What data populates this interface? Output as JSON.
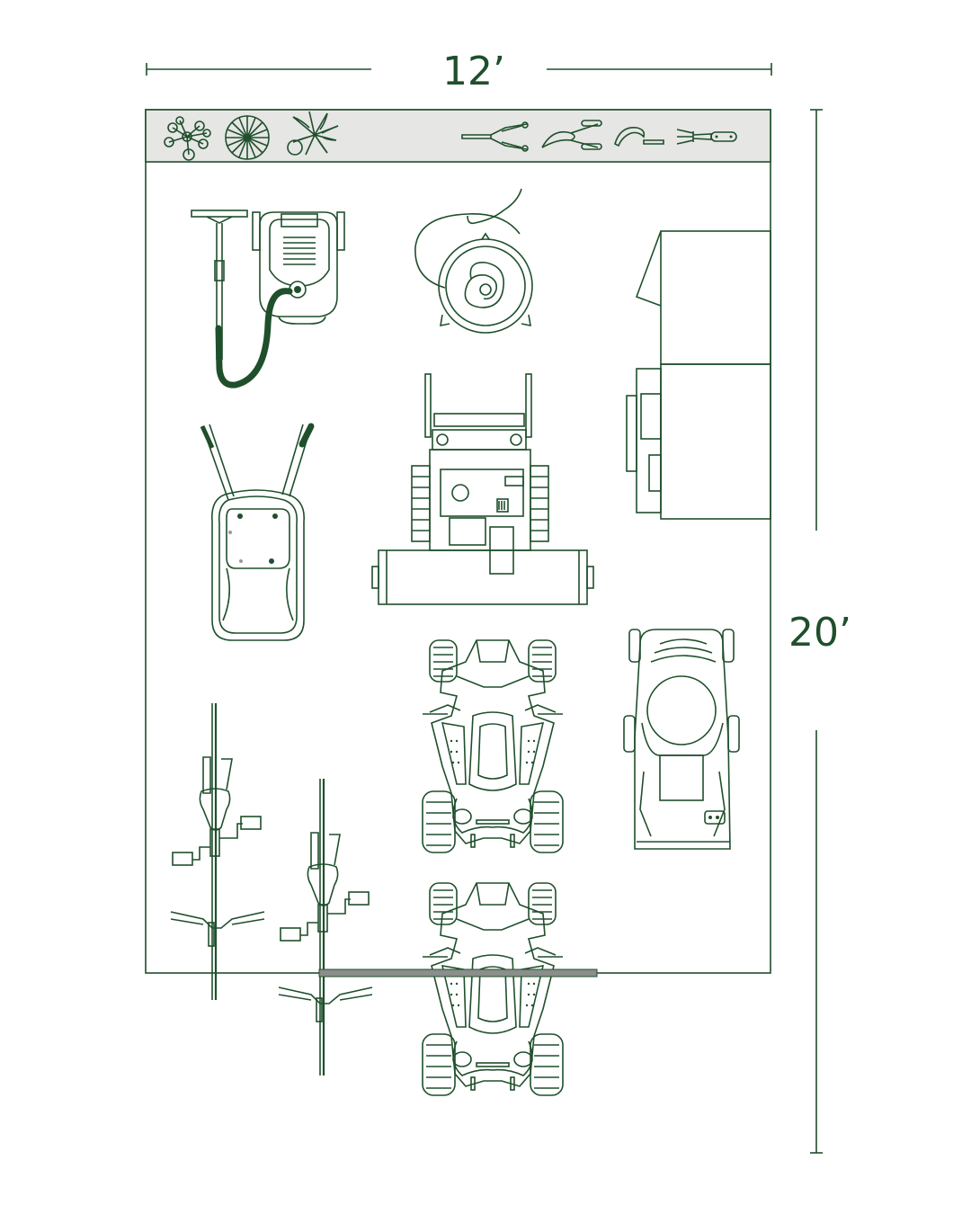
{
  "dimensions": {
    "width_label": "12’",
    "depth_label": "20’"
  },
  "colors": {
    "line": "#1f4f2b",
    "shelf_fill": "#e6e6e4",
    "door": "#8a8f8b",
    "background": "#ffffff"
  },
  "shelf_items": [
    "plant-icon",
    "shrub-icon",
    "palm-icon",
    "hedge-shears-icon",
    "pruners-icon",
    "sickle-icon",
    "hand-rake-icon"
  ],
  "floor_items": [
    "pressure-washer",
    "push-broom",
    "hose-reel",
    "snow-blower",
    "wheelbarrow",
    "cabinet",
    "riding-mower",
    "atv",
    "atv",
    "bicycle",
    "bicycle"
  ]
}
